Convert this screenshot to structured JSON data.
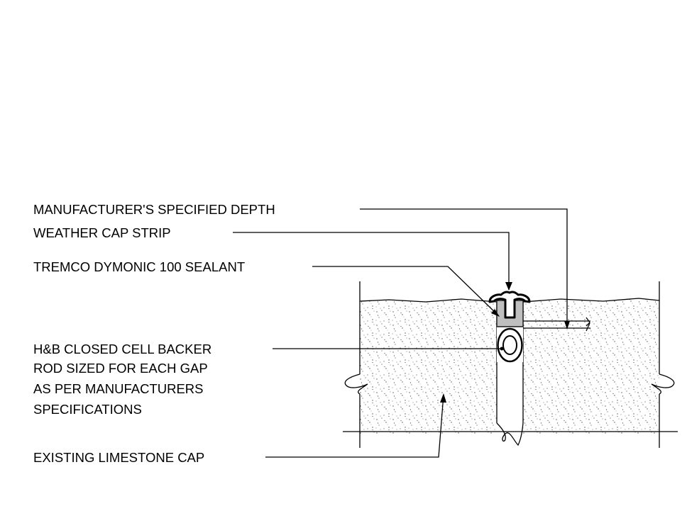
{
  "labels": {
    "depth": "MANUFACTURER'S SPECIFIED DEPTH",
    "weather_cap": "WEATHER CAP STRIP",
    "sealant": "TREMCO DYMONIC 100 SEALANT",
    "backer_rod": [
      "H&B CLOSED CELL BACKER",
      "ROD SIZED FOR EACH GAP",
      "AS PER MANUFACTURERS",
      "SPECIFICATIONS"
    ],
    "limestone": "EXISTING LIMESTONE CAP"
  },
  "colors": {
    "line": "#000000",
    "sealant_fill": "#bfbfbf",
    "stipple": "#555555",
    "background": "#ffffff"
  }
}
